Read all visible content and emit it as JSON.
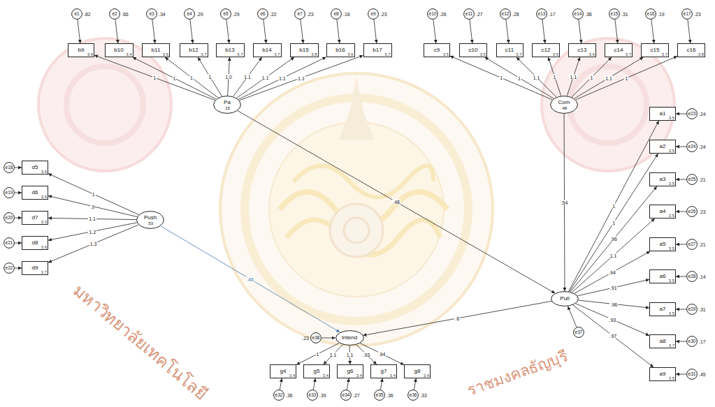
{
  "diagram": {
    "nodes": [
      {
        "text": [
          "e1",
          ".82"
        ]
      },
      {
        "text": [
          "e2",
          ".66"
        ]
      },
      {
        "text": [
          "e3",
          ".34"
        ]
      },
      {
        "text": [
          "e4",
          ".29"
        ]
      },
      {
        "text": [
          "e5",
          ".29"
        ]
      },
      {
        "text": [
          "e6",
          ".22"
        ]
      },
      {
        "text": [
          "e7",
          ".23"
        ]
      },
      {
        "text": [
          "e8",
          ".16"
        ]
      },
      {
        "text": [
          "e9",
          ".23"
        ]
      },
      {
        "text": [
          "e10",
          ".26"
        ]
      },
      {
        "text": [
          "e11",
          ".27"
        ]
      },
      {
        "text": [
          "e12",
          ".28"
        ]
      },
      {
        "text": [
          "e13",
          ".17"
        ]
      },
      {
        "text": [
          "e14",
          ".38"
        ]
      },
      {
        "text": [
          "e15",
          ".31"
        ]
      },
      {
        "text": [
          "e16",
          ".19"
        ]
      },
      {
        "text": [
          "e17",
          ".23"
        ]
      },
      {
        "text": [
          "b9",
          "3.6"
        ]
      },
      {
        "text": [
          "b10",
          "3.4"
        ]
      },
      {
        "text": [
          "b11",
          "3.6"
        ]
      },
      {
        "text": [
          "b12",
          "3.7"
        ]
      },
      {
        "text": [
          "b13",
          "3.7"
        ]
      },
      {
        "text": [
          "b14",
          "3.7"
        ]
      },
      {
        "text": [
          "b15",
          "3.8"
        ]
      },
      {
        "text": [
          "b16",
          "3.6"
        ]
      },
      {
        "text": [
          "b17",
          "3.7"
        ]
      },
      {
        "text": [
          "c9",
          "3.5"
        ]
      },
      {
        "text": [
          "c10",
          "3.5"
        ]
      },
      {
        "text": [
          "c11",
          "3.7"
        ]
      },
      {
        "text": [
          "c12",
          "3.6"
        ]
      },
      {
        "text": [
          "c13",
          "3.6"
        ]
      },
      {
        "text": [
          "c14",
          "3.7"
        ]
      },
      {
        "text": [
          "c15",
          "3.7"
        ]
      },
      {
        "text": [
          "c16",
          "3.8"
        ]
      },
      {
        "text": [
          "Pa",
          ".15"
        ]
      },
      {
        "text": [
          "Com",
          ".48"
        ]
      },
      {
        "text": [
          "e18"
        ]
      },
      {
        "text": [
          "e19"
        ]
      },
      {
        "text": [
          "e20"
        ]
      },
      {
        "text": [
          "e21"
        ]
      },
      {
        "text": [
          "e22"
        ]
      },
      {
        "text": [
          "d5",
          "3.6"
        ]
      },
      {
        "text": [
          "d6",
          "3.6"
        ]
      },
      {
        "text": [
          "d7",
          "3.3"
        ]
      },
      {
        "text": [
          "d8",
          "3.6"
        ]
      },
      {
        "text": [
          "d9",
          "3.7"
        ]
      },
      {
        "text": [
          "Push",
          ".53"
        ]
      },
      {
        "text": [
          "a1",
          "3.5"
        ]
      },
      {
        "text": [
          "a2",
          "3.5"
        ]
      },
      {
        "text": [
          "a3",
          "3.5"
        ]
      },
      {
        "text": [
          "a4",
          "3.5"
        ]
      },
      {
        "text": [
          "a5",
          "3.5"
        ]
      },
      {
        "text": [
          "a6",
          "3.5"
        ]
      },
      {
        "text": [
          "a7",
          "3.5"
        ]
      },
      {
        "text": [
          "a8",
          "3.7"
        ]
      },
      {
        "text": [
          "a9",
          "3.5"
        ]
      },
      {
        "text": [
          "e23",
          ".24"
        ]
      },
      {
        "text": [
          "e24",
          ".24"
        ]
      },
      {
        "text": [
          "e25",
          ".21"
        ]
      },
      {
        "text": [
          "e26",
          ".23"
        ]
      },
      {
        "text": [
          "e27",
          ".21"
        ]
      },
      {
        "text": [
          "e28",
          ".14"
        ]
      },
      {
        "text": [
          "e29",
          ".31"
        ]
      },
      {
        "text": [
          "e30",
          ".17"
        ]
      },
      {
        "text": [
          "e31",
          ".45"
        ]
      },
      {
        "text": [
          "Pull"
        ]
      },
      {
        "text": [
          "e37"
        ]
      },
      {
        "text": [
          "Intend"
        ]
      },
      {
        "text": [
          "e38",
          ".23"
        ]
      },
      {
        "text": [
          "g4",
          "3.4"
        ]
      },
      {
        "text": [
          "g5",
          "3.4"
        ]
      },
      {
        "text": [
          "g6",
          "3.4"
        ]
      },
      {
        "text": [
          "g7",
          "3.4"
        ]
      },
      {
        "text": [
          "g8",
          "3.4"
        ]
      },
      {
        "text": [
          "e32",
          ".36"
        ]
      },
      {
        "text": [
          "e33",
          ".39"
        ]
      },
      {
        "text": [
          "e34",
          ".27"
        ]
      },
      {
        "text": [
          "e35",
          ".36"
        ]
      },
      {
        "text": [
          "e36",
          ".33"
        ]
      }
    ],
    "edges": [
      {
        "from": 0,
        "to": 17,
        "arrow": "to"
      },
      {
        "from": 1,
        "to": 18,
        "arrow": "to"
      },
      {
        "from": 2,
        "to": 19,
        "arrow": "to"
      },
      {
        "from": 3,
        "to": 20,
        "arrow": "to"
      },
      {
        "from": 4,
        "to": 21,
        "arrow": "to"
      },
      {
        "from": 5,
        "to": 22,
        "arrow": "to"
      },
      {
        "from": 6,
        "to": 23,
        "arrow": "to"
      },
      {
        "from": 7,
        "to": 24,
        "arrow": "to"
      },
      {
        "from": 8,
        "to": 25,
        "arrow": "to"
      },
      {
        "from": 9,
        "to": 26,
        "arrow": "to"
      },
      {
        "from": 10,
        "to": 27,
        "arrow": "to"
      },
      {
        "from": 11,
        "to": 28,
        "arrow": "to"
      },
      {
        "from": 12,
        "to": 29,
        "arrow": "to"
      },
      {
        "from": 13,
        "to": 30,
        "arrow": "to"
      },
      {
        "from": 14,
        "to": 31,
        "arrow": "to"
      },
      {
        "from": 15,
        "to": 32,
        "arrow": "to"
      },
      {
        "from": 16,
        "to": 33,
        "arrow": "to"
      },
      {
        "from": 34,
        "to": 17,
        "arrow": "to",
        "label": "1"
      },
      {
        "from": 34,
        "to": 18,
        "arrow": "to",
        "label": "1"
      },
      {
        "from": 34,
        "to": 19,
        "arrow": "to",
        "label": "1"
      },
      {
        "from": 34,
        "to": 20,
        "arrow": "to",
        "label": "1"
      },
      {
        "from": 34,
        "to": 21,
        "arrow": "to",
        "label": "1.0"
      },
      {
        "from": 34,
        "to": 22,
        "arrow": "to",
        "label": "1.1"
      },
      {
        "from": 34,
        "to": 23,
        "arrow": "to",
        "label": "1.1"
      },
      {
        "from": 34,
        "to": 24,
        "arrow": "to",
        "label": "1.1"
      },
      {
        "from": 34,
        "to": 25,
        "arrow": "to",
        "label": "1.1"
      },
      {
        "from": 35,
        "to": 26,
        "arrow": "to",
        "label": "1"
      },
      {
        "from": 35,
        "to": 27,
        "arrow": "to",
        "label": "1"
      },
      {
        "from": 35,
        "to": 28,
        "arrow": "to",
        "label": "1.1"
      },
      {
        "from": 35,
        "to": 29,
        "arrow": "to",
        "label": "1"
      },
      {
        "from": 35,
        "to": 30,
        "arrow": "to",
        "label": "1.1"
      },
      {
        "from": 35,
        "to": 31,
        "arrow": "to",
        "label": "1"
      },
      {
        "from": 35,
        "to": 32,
        "arrow": "to",
        "label": "1.1"
      },
      {
        "from": 35,
        "to": 33,
        "arrow": "to",
        "label": "1"
      },
      {
        "from": 36,
        "to": 41,
        "arrow": "to"
      },
      {
        "from": 37,
        "to": 42,
        "arrow": "to"
      },
      {
        "from": 38,
        "to": 43,
        "arrow": "to"
      },
      {
        "from": 39,
        "to": 44,
        "arrow": "to"
      },
      {
        "from": 40,
        "to": 45,
        "arrow": "to"
      },
      {
        "from": 46,
        "to": 41,
        "arrow": "to",
        "label": "1"
      },
      {
        "from": 46,
        "to": 42,
        "arrow": "to",
        "label": ".9"
      },
      {
        "from": 46,
        "to": 43,
        "arrow": "to",
        "label": "1.1"
      },
      {
        "from": 46,
        "to": 44,
        "arrow": "to",
        "label": "1.2"
      },
      {
        "from": 46,
        "to": 45,
        "arrow": "to",
        "label": "1.3"
      },
      {
        "from": 65,
        "to": 47,
        "arrow": "to",
        "label": "1"
      },
      {
        "from": 65,
        "to": 48,
        "arrow": "to",
        "label": "1"
      },
      {
        "from": 65,
        "to": 49,
        "arrow": "to",
        "label": ".96"
      },
      {
        "from": 65,
        "to": 50,
        "arrow": "to",
        "label": "1.1"
      },
      {
        "from": 65,
        "to": 51,
        "arrow": "to",
        "label": ".94"
      },
      {
        "from": 65,
        "to": 52,
        "arrow": "to",
        "label": ".91"
      },
      {
        "from": 65,
        "to": 53,
        "arrow": "to",
        "label": ".96"
      },
      {
        "from": 65,
        "to": 54,
        "arrow": "to",
        "label": ".93"
      },
      {
        "from": 65,
        "to": 55,
        "arrow": "to",
        "label": ".97"
      },
      {
        "from": 56,
        "to": 47,
        "arrow": "to"
      },
      {
        "from": 57,
        "to": 48,
        "arrow": "to"
      },
      {
        "from": 58,
        "to": 49,
        "arrow": "to"
      },
      {
        "from": 59,
        "to": 50,
        "arrow": "to"
      },
      {
        "from": 60,
        "to": 51,
        "arrow": "to"
      },
      {
        "from": 61,
        "to": 52,
        "arrow": "to"
      },
      {
        "from": 62,
        "to": 53,
        "arrow": "to"
      },
      {
        "from": 63,
        "to": 54,
        "arrow": "to"
      },
      {
        "from": 64,
        "to": 55,
        "arrow": "to"
      },
      {
        "from": 66,
        "to": 65,
        "arrow": "to"
      },
      {
        "from": 68,
        "to": 67,
        "arrow": "to"
      },
      {
        "from": 67,
        "to": 69,
        "arrow": "to",
        "label": "1"
      },
      {
        "from": 67,
        "to": 70,
        "arrow": "to",
        "label": "1.1"
      },
      {
        "from": 67,
        "to": 71,
        "arrow": "to",
        "label": "1.1"
      },
      {
        "from": 67,
        "to": 72,
        "arrow": "to",
        "label": ".93"
      },
      {
        "from": 67,
        "to": 73,
        "arrow": "to",
        "label": ".94"
      },
      {
        "from": 74,
        "to": 69,
        "arrow": "to"
      },
      {
        "from": 75,
        "to": 70,
        "arrow": "to"
      },
      {
        "from": 76,
        "to": 71,
        "arrow": "to"
      },
      {
        "from": 77,
        "to": 72,
        "arrow": "to"
      },
      {
        "from": 78,
        "to": 73,
        "arrow": "to"
      },
      {
        "from": 34,
        "to": 65,
        "arrow": "to",
        "label": ".48"
      },
      {
        "from": 35,
        "to": 65,
        "arrow": "to",
        "label": ".54"
      },
      {
        "from": 46,
        "to": 67,
        "arrow": "to",
        "label": ".46"
      },
      {
        "from": 65,
        "to": 67,
        "arrow": "to",
        "label": ".6"
      }
    ],
    "labels": [
      "มหาวิทยาลัยเทคโนโลยี",
      "ราชมงคลธัญบุรี"
    ]
  }
}
